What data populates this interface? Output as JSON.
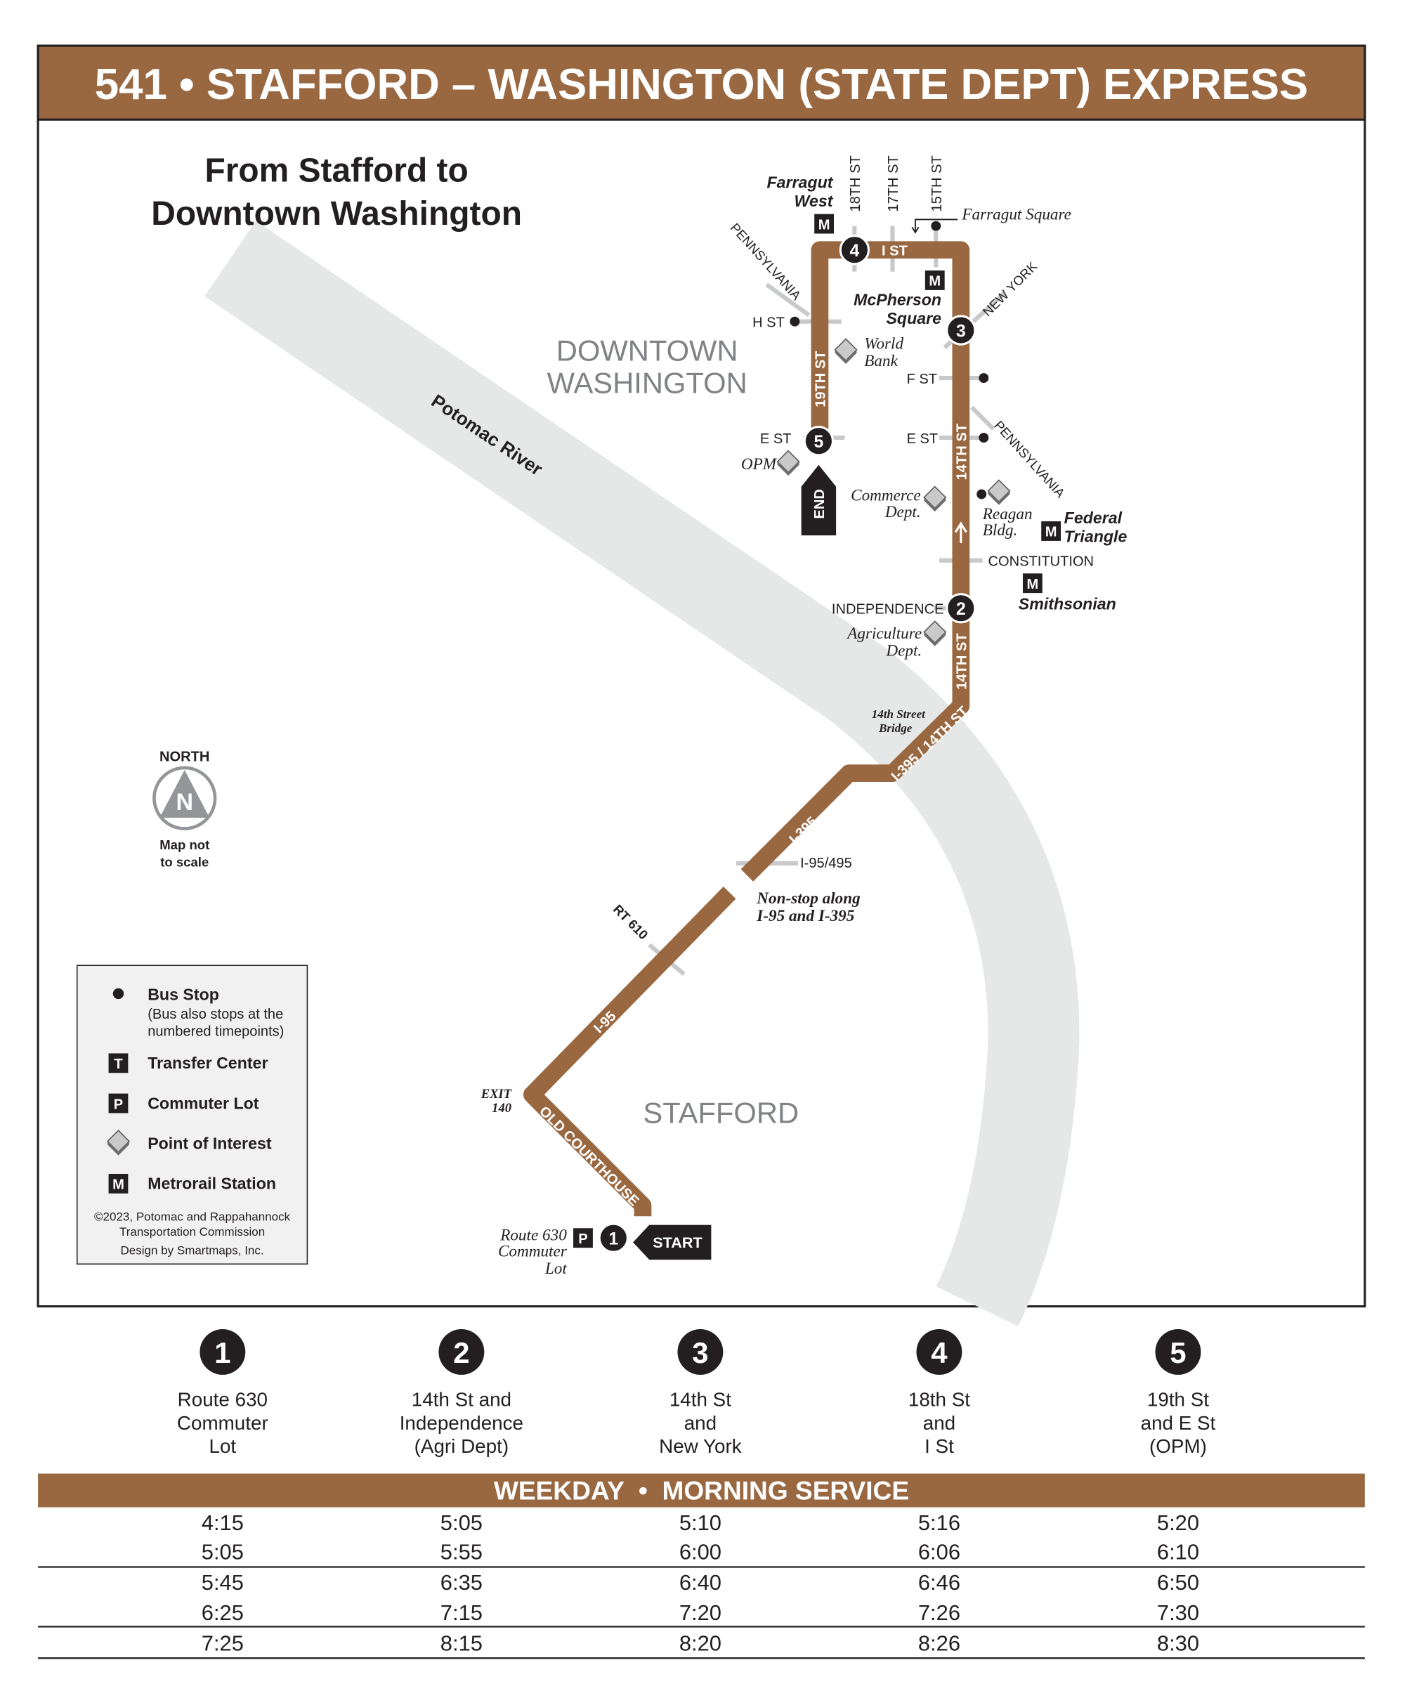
{
  "header": {
    "title": "541 • STAFFORD – WASHINGTON (STATE DEPT) EXPRESS"
  },
  "map": {
    "direction_title": [
      "From Stafford to",
      "Downtown Washington"
    ],
    "areas": {
      "downtown": [
        "DOWNTOWN",
        "WASHINGTON"
      ],
      "stafford": "STAFFORD"
    },
    "river": "Potomac River",
    "streets": {
      "st18": "18TH ST",
      "st17": "17TH ST",
      "st15": "15TH ST",
      "i_st": "I ST",
      "st19": "19TH ST",
      "st14": "14TH ST",
      "st14b": "14TH ST",
      "penn1": "PENNSYLVANIA",
      "penn2": "PENNSYLVANIA",
      "new_york": "NEW YORK",
      "h_st": "H ST",
      "f_st": "F ST",
      "e_st1": "E ST",
      "e_st2": "E ST",
      "constitution": "CONSTITUTION",
      "independence": "INDEPENDENCE",
      "i395_14th": "I-395 / 14TH ST",
      "i395": "I-395",
      "i95_495": "I-95/495",
      "i95": "I-95",
      "rt610": "RT 610",
      "old_courthouse": "OLD COURTHOUSE"
    },
    "places": {
      "farragut_square": "Farragut Square",
      "world_bank": [
        "World",
        "Bank"
      ],
      "opm": "OPM",
      "commerce": [
        "Commerce",
        "Dept."
      ],
      "reagan": [
        "Reagan",
        "Bldg."
      ],
      "agriculture": [
        "Agriculture",
        "Dept."
      ],
      "bridge": [
        "14th Street",
        "Bridge"
      ],
      "nonstop": [
        "Non-stop along",
        "I-95 and I-395"
      ],
      "exit": [
        "EXIT",
        "140"
      ],
      "lot": [
        "Route 630",
        "Commuter",
        "Lot"
      ]
    },
    "metro": {
      "farragut_west": [
        "Farragut",
        "West"
      ],
      "mcpherson": [
        "McPherson",
        "Square"
      ],
      "federal_triangle": [
        "Federal",
        "Triangle"
      ],
      "smithsonian": "Smithsonian",
      "symbol": "M"
    },
    "markers": {
      "start": "START",
      "end": "END",
      "parking": "P"
    },
    "north": {
      "label": "NORTH",
      "letter": "N",
      "note": [
        "Map not",
        "to scale"
      ]
    },
    "legend": {
      "bus_stop": "Bus Stop",
      "bus_stop_note": [
        "(Bus also stops at the",
        "numbered timepoints)"
      ],
      "transfer": "Transfer Center",
      "transfer_symbol": "T",
      "commuter_lot": "Commuter Lot",
      "commuter_symbol": "P",
      "poi": "Point of Interest",
      "metro": "Metrorail Station",
      "metro_symbol": "M",
      "credits": [
        "©2023, Potomac and Rappahannock",
        "Transportation Commission",
        "Design by Smartmaps, Inc."
      ]
    }
  },
  "schedule": {
    "timepoints": [
      {
        "num": "1",
        "lines": [
          "Route 630",
          "Commuter",
          "Lot"
        ]
      },
      {
        "num": "2",
        "lines": [
          "14th St and",
          "Independence",
          "(Agri Dept)"
        ]
      },
      {
        "num": "3",
        "lines": [
          "14th St",
          "and",
          "New York"
        ]
      },
      {
        "num": "4",
        "lines": [
          "18th St",
          "and",
          "I St"
        ]
      },
      {
        "num": "5",
        "lines": [
          "19th St",
          "and E St",
          "(OPM)"
        ]
      }
    ],
    "service_title": "WEEKDAY  •  MORNING SERVICE",
    "rows": [
      [
        "4:15",
        "5:05",
        "5:10",
        "5:16",
        "5:20"
      ],
      [
        "5:05",
        "5:55",
        "6:00",
        "6:06",
        "6:10"
      ],
      [
        "5:45",
        "6:35",
        "6:40",
        "6:46",
        "6:50"
      ],
      [
        "6:25",
        "7:15",
        "7:20",
        "7:26",
        "7:30"
      ],
      [
        "7:25",
        "8:15",
        "8:20",
        "8:26",
        "8:30"
      ]
    ]
  },
  "colors": {
    "brand": "#996841",
    "river": "#e6e7e7",
    "dark": "#231f20",
    "street": "#c8c9ca"
  }
}
